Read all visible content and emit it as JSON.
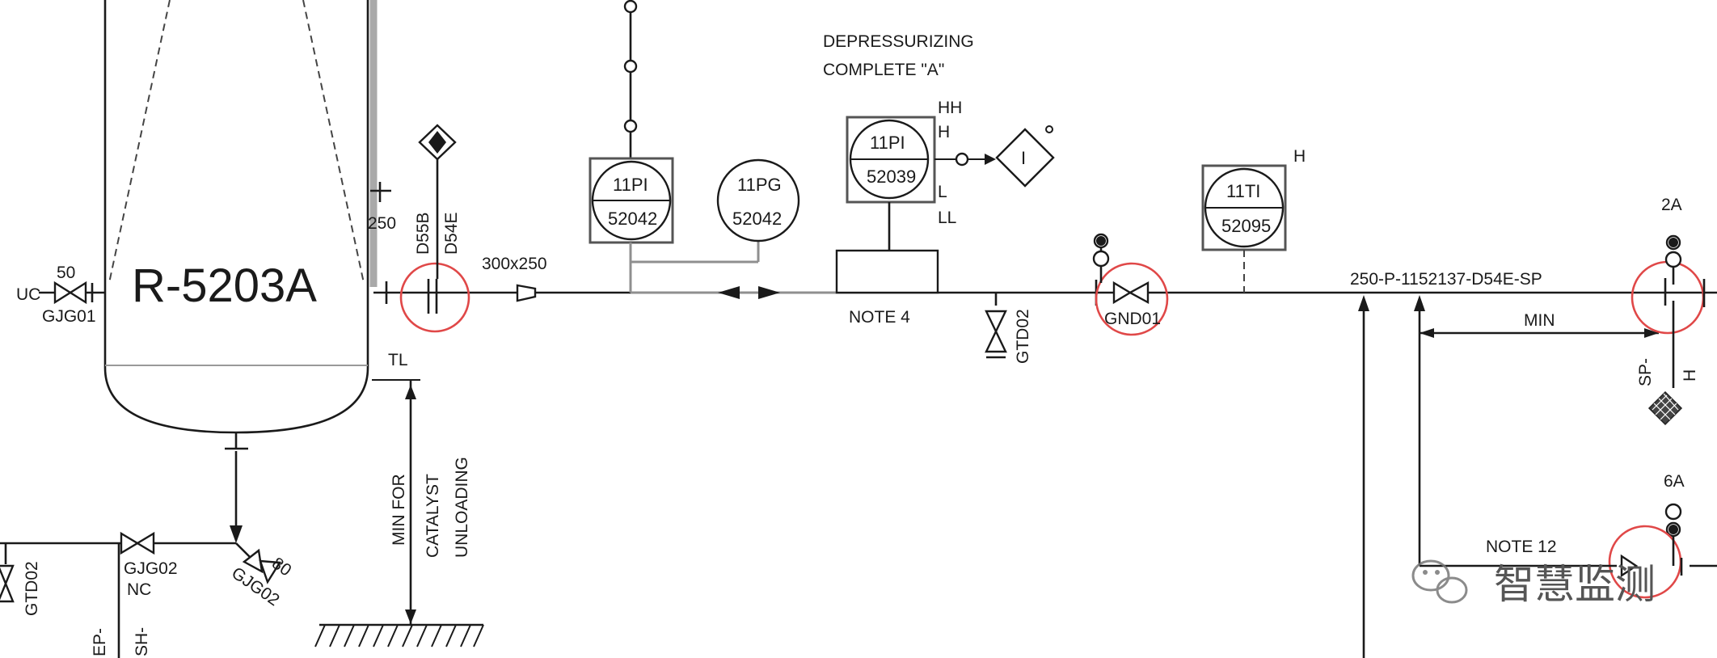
{
  "vessel": {
    "name": "R-5203A"
  },
  "labels": {
    "uc": "UC",
    "size_50": "50",
    "gjg01": "GJG01",
    "size_250": "250",
    "d55b": "D55B",
    "d54e": "D54E",
    "reducer": "300x250",
    "depress_line1": "DEPRESSURIZING",
    "depress_line2": "COMPLETE \"A\"",
    "hh": "HH",
    "h": "H",
    "l": "L",
    "ll": "LL",
    "note4": "NOTE 4",
    "gtd02": "GTD02",
    "gnd01": "GND01",
    "h_temp": "H",
    "line_number": "250-P-1152137-D54E-SP",
    "tag_2a": "2A",
    "min": "MIN",
    "sp": "SP-",
    "h_vert": "H",
    "tag_6a": "6A",
    "note12": "NOTE 12",
    "tl": "TL",
    "catalyst1": "MIN FOR",
    "catalyst2": "CATALYST",
    "catalyst3": "UNLOADING",
    "gjg02": "GJG02",
    "nc": "NC",
    "gjg02_b": "GJG02",
    "size_80": "80",
    "gtd02_left": "GTD02",
    "ep": "EP-",
    "sh": "SH-",
    "watermark": "智慧监测",
    "interlock": "I"
  },
  "instruments": {
    "pi_52042": {
      "tag": "11PI",
      "num": "52042"
    },
    "pg_52042": {
      "tag": "11PG",
      "num": "52042"
    },
    "pi_52039": {
      "tag": "11PI",
      "num": "52039"
    },
    "ti_52095": {
      "tag": "11TI",
      "num": "52095"
    }
  }
}
